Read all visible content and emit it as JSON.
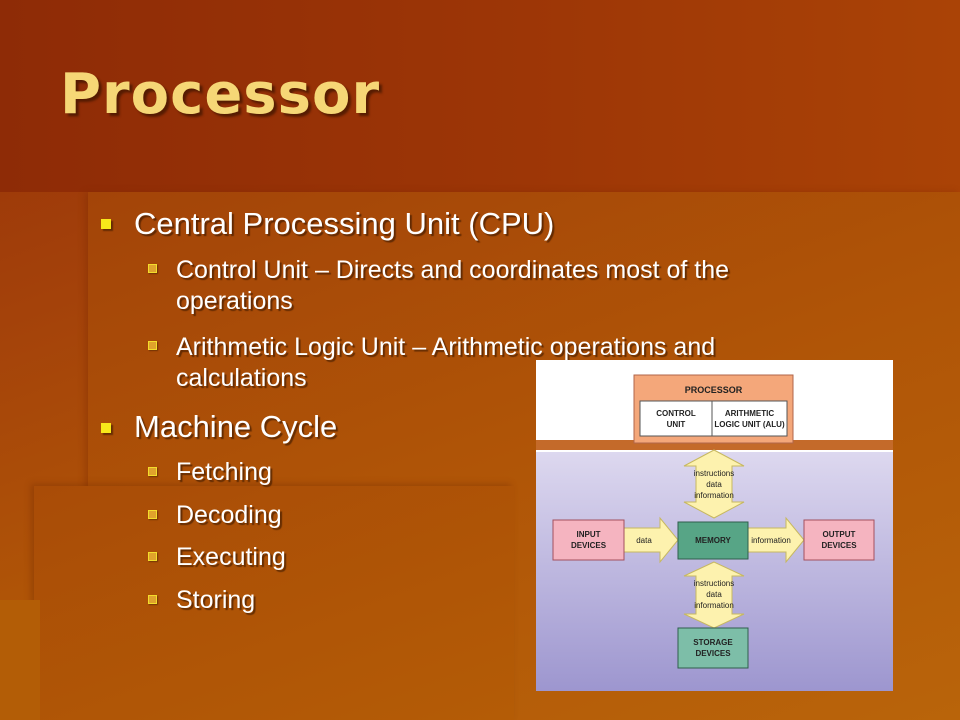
{
  "slide": {
    "title": "Processor",
    "bullets": [
      {
        "text": "Central Processing Unit (CPU)",
        "children": [
          {
            "line1": "Control Unit – Directs and coordinates most of the",
            "line2": "operations"
          },
          {
            "line1": "Arithmetic Logic Unit – Arithmetic operations and",
            "line2": "calculations"
          }
        ]
      },
      {
        "text": "Machine Cycle",
        "children": [
          "Fetching",
          "Decoding",
          "Executing",
          "Storing"
        ]
      }
    ]
  },
  "diagram": {
    "processor": "PROCESSOR",
    "control_unit": [
      "CONTROL",
      "UNIT"
    ],
    "alu": [
      "ARITHMETIC",
      "LOGIC UNIT (ALU)"
    ],
    "input_devices": [
      "INPUT",
      "DEVICES"
    ],
    "memory": "MEMORY",
    "output_devices": [
      "OUTPUT",
      "DEVICES"
    ],
    "storage_devices": [
      "STORAGE",
      "DEVICES"
    ],
    "flow_top": [
      "instructions",
      "data",
      "information"
    ],
    "flow_left": "data",
    "flow_right": "information",
    "flow_bottom": [
      "instructions",
      "data",
      "information"
    ]
  },
  "colors": {
    "title": "#f6d776",
    "text": "#ffffff",
    "bullet": "#f7e81a",
    "processor_box": "#f4a77a",
    "device_box": "#f5b4c0",
    "memory_box": "#57a586",
    "storage_box": "#7dbea8",
    "arrow": "#fdf2ae",
    "diagram_bg": "#aea9d6"
  }
}
